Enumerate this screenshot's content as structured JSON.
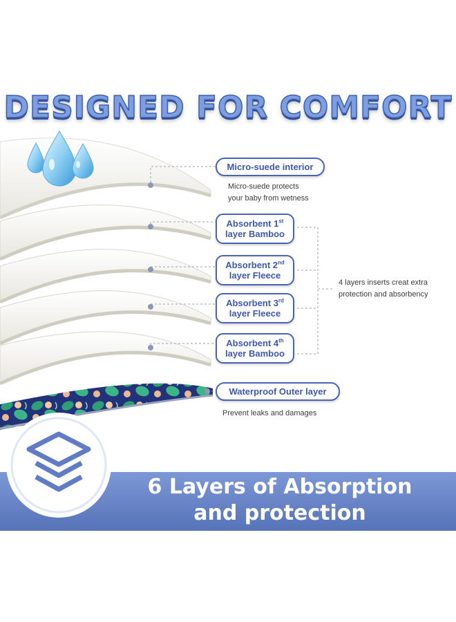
{
  "title": "DESIGNED FOR COMFORT",
  "layers": [
    {
      "label_main": "Micro-suede interior",
      "label_sup": "",
      "label_line2": "",
      "description": "Micro-suede protects\nyour baby from wetness"
    },
    {
      "label_main": "Absorbent 1",
      "label_sup": "st",
      "label_line2": "layer Bamboo",
      "description": ""
    },
    {
      "label_main": "Absorbent 2",
      "label_sup": "nd",
      "label_line2": "layer Fleece",
      "description": ""
    },
    {
      "label_main": "Absorbent 3",
      "label_sup": "rd",
      "label_line2": "layer Fleece",
      "description": ""
    },
    {
      "label_main": "Absorbent 4",
      "label_sup": "th",
      "label_line2": "layer Bamboo",
      "description": ""
    },
    {
      "label_main": "Waterproof Outer layer",
      "label_sup": "",
      "label_line2": "",
      "description": "Prevent leaks and damages"
    }
  ],
  "group_note": "4 layers inserts creat extra\nprotection and absorbency",
  "banner": {
    "line1": "6 Layers of Absorption",
    "line2": "and protection",
    "icon": "layers-icon"
  },
  "colors": {
    "accent_blue": "#4b62b3",
    "title_fill": "#7f9ee0",
    "banner_blue": "#6a86c8",
    "water_drop": "#7cc0ea"
  },
  "icons": [
    "water-drops-icon",
    "layers-icon"
  ]
}
